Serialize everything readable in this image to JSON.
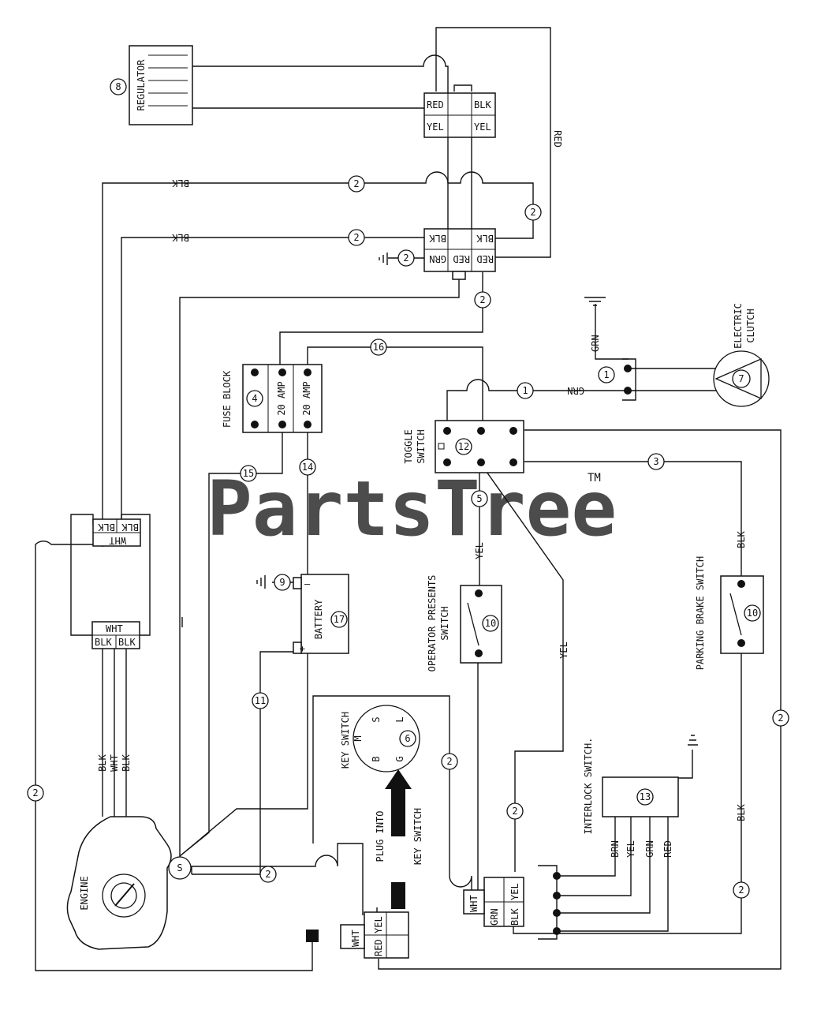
{
  "watermark": {
    "text": "PartsTree",
    "tm": "TM"
  },
  "components": {
    "regulator": {
      "label": "REGULATOR",
      "num": "8"
    },
    "fuse_block": {
      "label": "FUSE BLOCK",
      "num": "4",
      "fuse_a": "20 AMP",
      "fuse_b": "20 AMP"
    },
    "toggle_switch": {
      "label_1": "TOGGLE",
      "label_2": "SWITCH",
      "num": "12"
    },
    "electric_clutch": {
      "label_1": "ELECTRIC",
      "label_2": "CLUTCH",
      "num": "7"
    },
    "battery": {
      "label": "BATTERY",
      "num": "17",
      "plus": "+",
      "minus": "—"
    },
    "operator_switch": {
      "label_1": "OPERATOR PRESENTS",
      "label_2": "SWITCH",
      "num": "10"
    },
    "parking_brake_switch": {
      "label": "PARKING BRAKE SWITCH",
      "num": "10"
    },
    "key_switch": {
      "label": "KEY SWITCH",
      "num": "6",
      "t_m": "M",
      "t_s": "S",
      "t_l": "L",
      "t_b": "B",
      "t_g": "G"
    },
    "plug_note": {
      "line_1": "PLUG INTO",
      "line_2": "KEY SWITCH"
    },
    "interlock_switch": {
      "label": "INTERLOCK SWITCH.",
      "num": "13",
      "leads": [
        "BRN",
        "YEL",
        "GRN",
        "RED"
      ]
    },
    "engine": {
      "label": "ENGINE"
    },
    "starter": {
      "label": "S"
    }
  },
  "connectors": {
    "reg_upper": {
      "c1": "RED",
      "c2": "BLK",
      "c3": "YEL",
      "c4": "YEL"
    },
    "reg_lower": {
      "c1": "BLK",
      "c2": "BLK",
      "c3": "GRN",
      "c4": "RED",
      "c5": "RED"
    },
    "engine_upper": {
      "c1": "BLK",
      "c2": "BLK",
      "c3": "WHT"
    },
    "engine_lower": {
      "c1": "WHT",
      "c2": "BLK",
      "c3": "BLK"
    },
    "key_plug": {
      "c1": "WHT",
      "c2": "YEL",
      "c3": "RED"
    },
    "interlock_plug": {
      "c1": "WHT",
      "c2": "GRN",
      "c3": "BLK",
      "c4": "YEL"
    }
  },
  "wire_labels": {
    "blk_top": "BLK",
    "blk_second": "BLK",
    "red_right": "RED",
    "grn_clutch_ground": "GRN",
    "grn_toggle_to_clutch": "GRN",
    "yel_operator": "YEL",
    "yel_diagonal": "YEL",
    "blk_parking_top": "BLK",
    "blk_parking_bottom": "BLK",
    "engine_blk_1": "BLK",
    "engine_wht": "WHT",
    "engine_blk_2": "BLK"
  },
  "wire_numbers": {
    "n2_blk_top": "2",
    "n2_blk_second": "2",
    "n2_ground": "2",
    "n2_reg_loop": "2",
    "n2_reg_down": "2",
    "n16": "16",
    "n1_clutch": "1",
    "n1_ground": "1",
    "n3": "3",
    "n5": "5",
    "n15": "15",
    "n14": "14",
    "n9": "9",
    "n11": "11",
    "n2_engine_left": "2",
    "n2_right": "2",
    "n2_key_area": "2",
    "n2_interlock": "2",
    "n2_engine_bottom": "2",
    "n2_parking_bottom": "2"
  }
}
